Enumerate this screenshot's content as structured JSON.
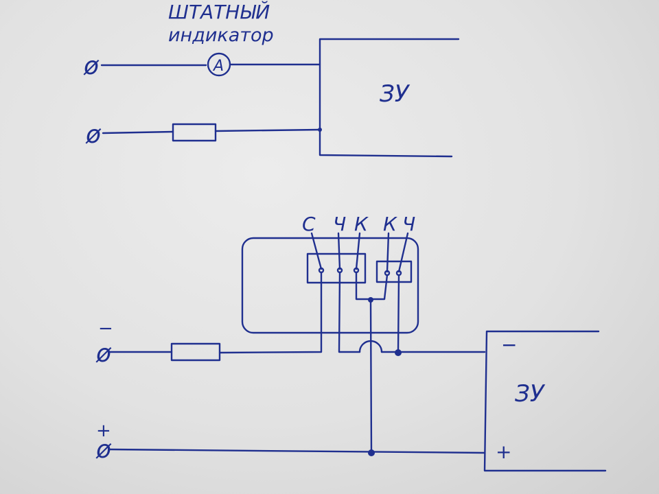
{
  "top_circuit": {
    "indicator_label_line1": "ШТАТНЫЙ",
    "indicator_label_line2": "индикатор",
    "ammeter_symbol": "A",
    "charger_label": "ЗУ",
    "terminal_symbol": "ø"
  },
  "bottom_circuit": {
    "pin_labels": [
      "С",
      "Ч",
      "К",
      "К",
      "Ч"
    ],
    "charger_label": "ЗУ",
    "minus_sign": "−",
    "plus_sign": "+",
    "charger_minus": "−",
    "charger_plus": "+",
    "terminal_symbol": "ø"
  },
  "ink_color": "#1f2f8f"
}
